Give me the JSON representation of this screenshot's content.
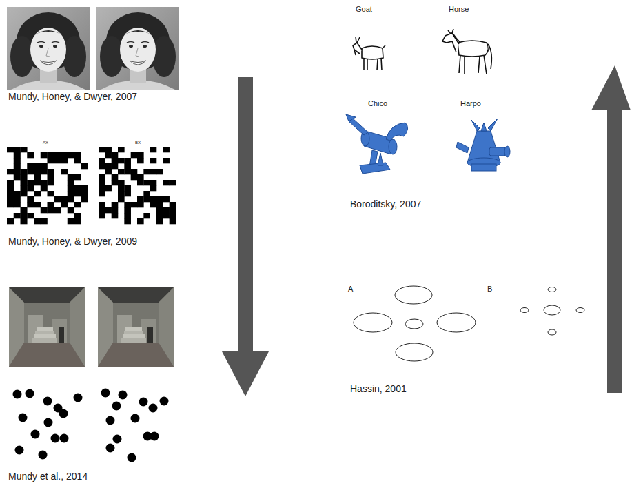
{
  "diagram": {
    "labels": [
      "Mundy, Honey, & Dwyer, 2007",
      "AX",
      "BX",
      "Mundy, Honey, & Dwyer, 2009",
      "Mundy et al., 2014",
      "Goat",
      "Horse",
      "Chico",
      "Harpo",
      "Boroditsky, 2007",
      "A",
      "B",
      "Hassin, 2001"
    ]
  }
}
